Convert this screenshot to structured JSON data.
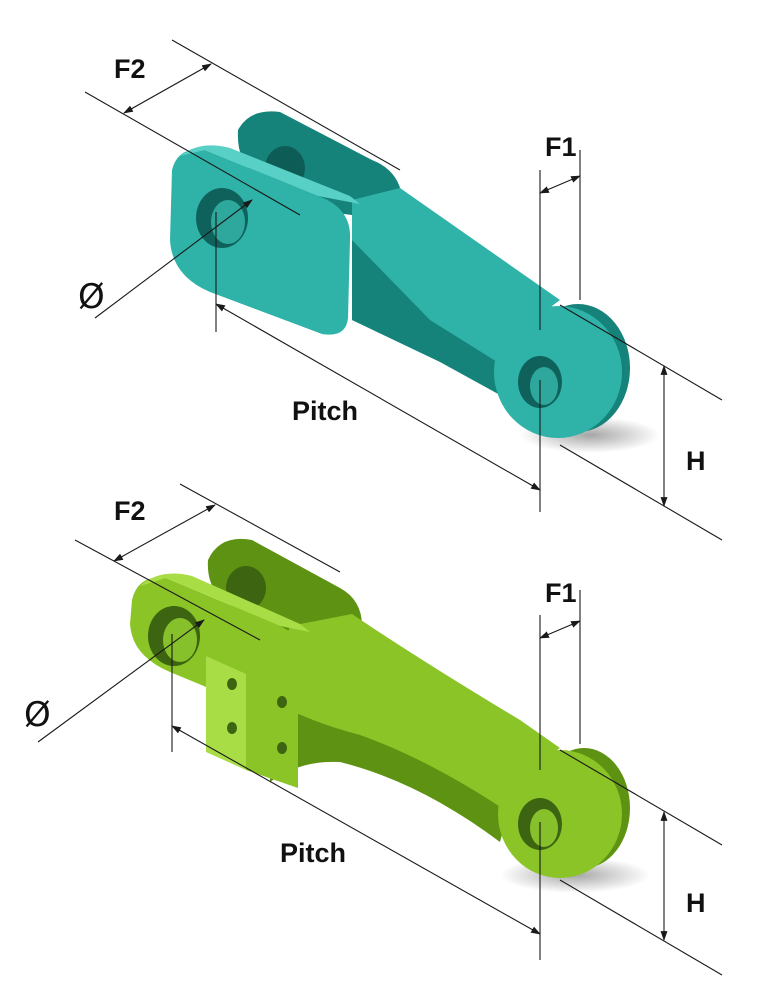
{
  "figures": [
    {
      "variant": "top",
      "part_color": "#2fb3a8",
      "part_shade": "#16837b",
      "part_light": "#59d0c6",
      "labels": {
        "f2": "F2",
        "f1": "F1",
        "pitch": "Pitch",
        "h": "H",
        "diameter": "Ø"
      }
    },
    {
      "variant": "bottom",
      "part_color": "#8ac426",
      "part_shade": "#5e9212",
      "part_light": "#a9dd46",
      "labels": {
        "f2": "F2",
        "f1": "F1",
        "pitch": "Pitch",
        "h": "H",
        "diameter": "Ø"
      }
    }
  ]
}
